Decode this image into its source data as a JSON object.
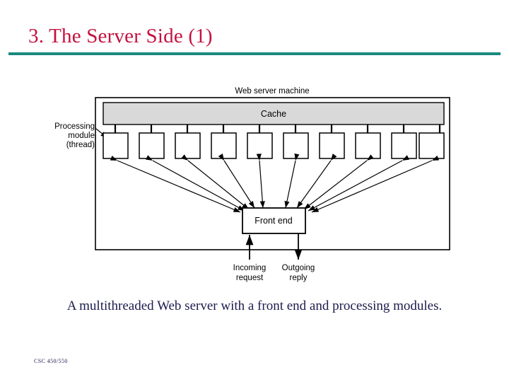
{
  "slide": {
    "title": "3. The Server Side (1)",
    "title_color": "#c4123f",
    "rule_color": "#19897f",
    "background": "#ffffff",
    "caption_line1": "A multithreaded Web server with a front end and processing",
    "caption_line2": "modules.",
    "caption_color": "#1b1b4d",
    "footer": "CSC 450/550"
  },
  "diagram": {
    "outer_label": "Web server machine",
    "cache_label": "Cache",
    "cache_fill": "#d9d9d9",
    "processing_label_line1": "Processing",
    "processing_label_line2": "module",
    "processing_label_line3": "(thread)",
    "front_end_label": "Front end",
    "incoming_line1": "Incoming",
    "incoming_line2": "request",
    "outgoing_line1": "Outgoing",
    "outgoing_line2": "reply",
    "module_count": 10,
    "stroke_color": "#000000"
  }
}
